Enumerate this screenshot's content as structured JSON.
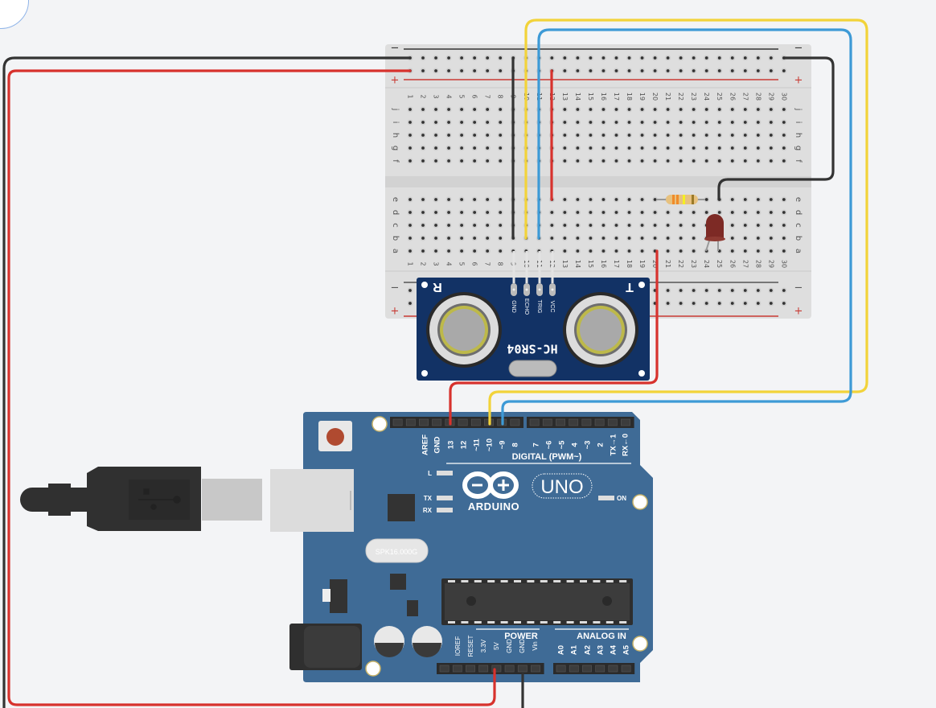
{
  "app": {
    "view": "Circuit workspace"
  },
  "breadboard": {
    "name": "Breadboard (small)",
    "column_labels": [
      "1",
      "2",
      "3",
      "4",
      "5",
      "6",
      "7",
      "8",
      "9",
      "10",
      "11",
      "12",
      "13",
      "14",
      "15",
      "16",
      "17",
      "18",
      "19",
      "20",
      "21",
      "22",
      "23",
      "24",
      "25",
      "26",
      "27",
      "28",
      "29",
      "30"
    ],
    "top_row_labels": [
      "j",
      "i",
      "h",
      "g",
      "f"
    ],
    "bottom_row_labels": [
      "e",
      "d",
      "c",
      "b",
      "a"
    ],
    "rail_minus": "−",
    "rail_plus": "+"
  },
  "sensor": {
    "model": "HC-SR04",
    "pins": [
      "GND",
      "ECHO",
      "TRIG",
      "VCC"
    ],
    "left_mark": "R",
    "right_mark": "T"
  },
  "arduino": {
    "brand": "ARDUINO",
    "model": "UNO",
    "crystal": "SPK16.000G",
    "digital_header_label": "DIGITAL (PWM~)",
    "digital_pins": [
      "AREF",
      "GND",
      "13",
      "12",
      "~11",
      "~10",
      "~9",
      "8",
      "7",
      "~6",
      "~5",
      "4",
      "~3",
      "2",
      "TX→1",
      "RX←0"
    ],
    "power_header_label": "POWER",
    "power_pins": [
      "IOREF",
      "RESET",
      "3.3V",
      "5V",
      "GND",
      "GND",
      "Vin"
    ],
    "analog_header_label": "ANALOG IN",
    "analog_pins": [
      "A0",
      "A1",
      "A2",
      "A3",
      "A4",
      "A5"
    ],
    "leds": {
      "l": "L",
      "tx": "TX",
      "rx": "RX",
      "on": "ON"
    }
  },
  "components": {
    "resistor": "Resistor",
    "led": "Red LED",
    "usb": "USB-B cable"
  },
  "colors": {
    "wire_black": "#333333",
    "wire_red": "#d7322d",
    "wire_yellow": "#f2d33a",
    "wire_blue": "#3d9ad6",
    "board_blue": "#3f6b96",
    "sensor_blue": "#123265",
    "breadboard": "#dddddd"
  }
}
